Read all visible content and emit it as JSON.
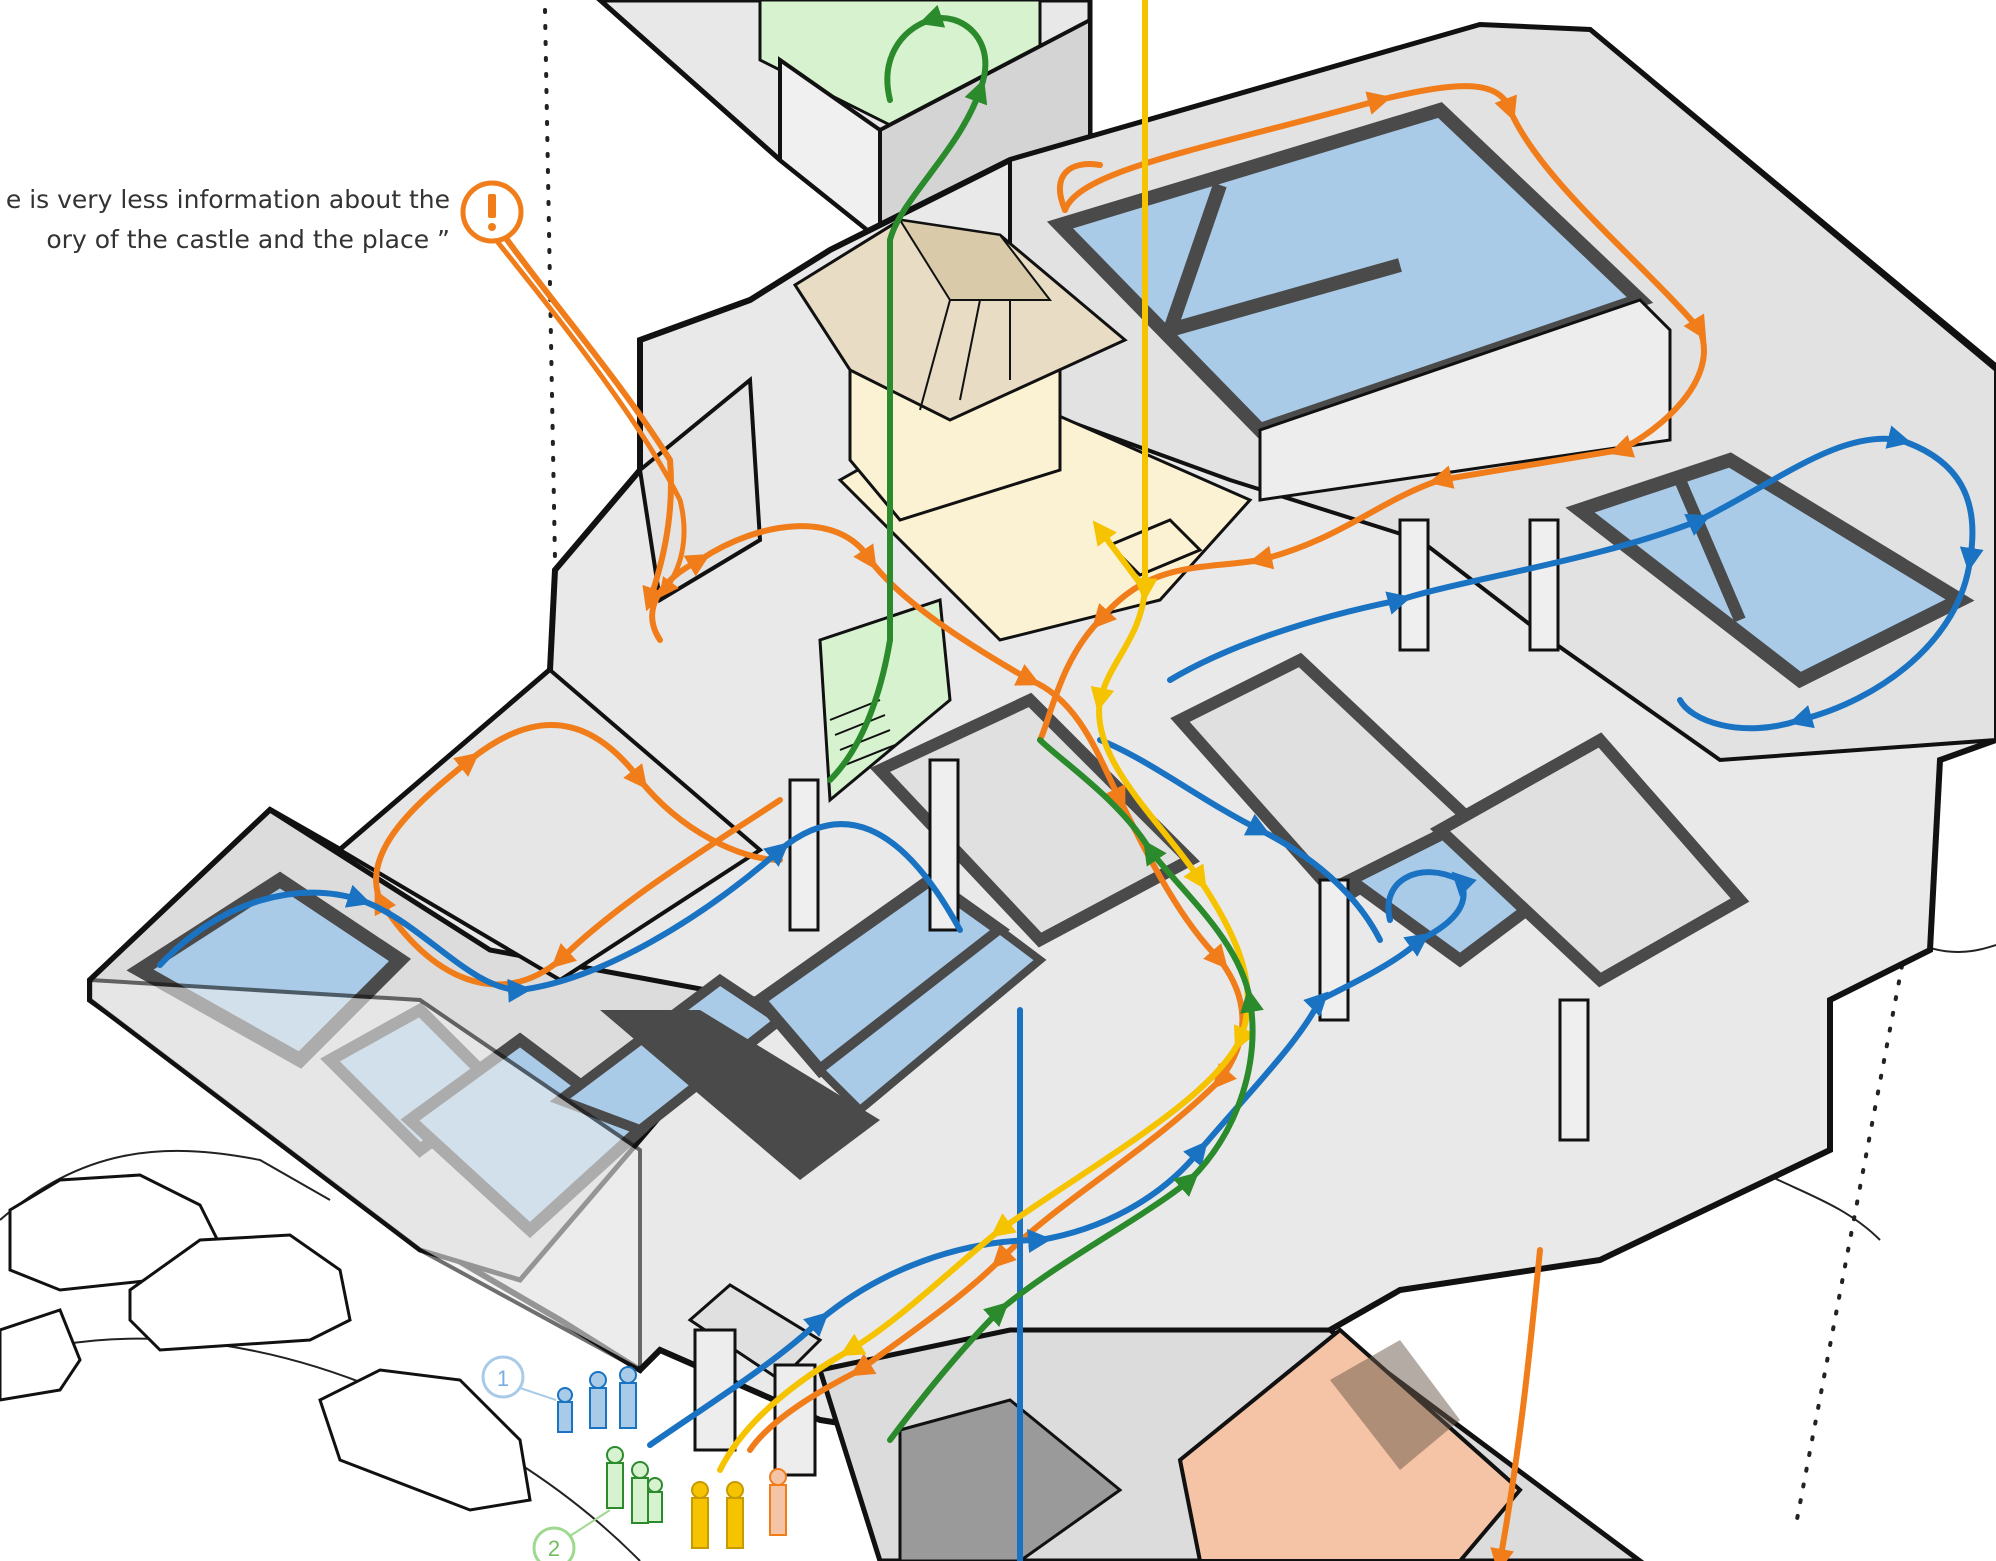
{
  "callout": {
    "line1": "e is very less information about the",
    "line2": "ory of the castle and the place ”",
    "icon": "exclamation-icon"
  },
  "markers": [
    {
      "label": "1"
    },
    {
      "label": "2"
    }
  ],
  "colors": {
    "orange": "#f07d1a",
    "blue": "#1a73c2",
    "yellow": "#f5c300",
    "green": "#2b8a2b",
    "pool": "#a9cbe8",
    "wall_dark": "#4a4a4a",
    "floor": "#e6e6e6",
    "light_green": "#d7f2cf",
    "cream": "#fbf1d3",
    "salmon": "#f5c3a6"
  }
}
